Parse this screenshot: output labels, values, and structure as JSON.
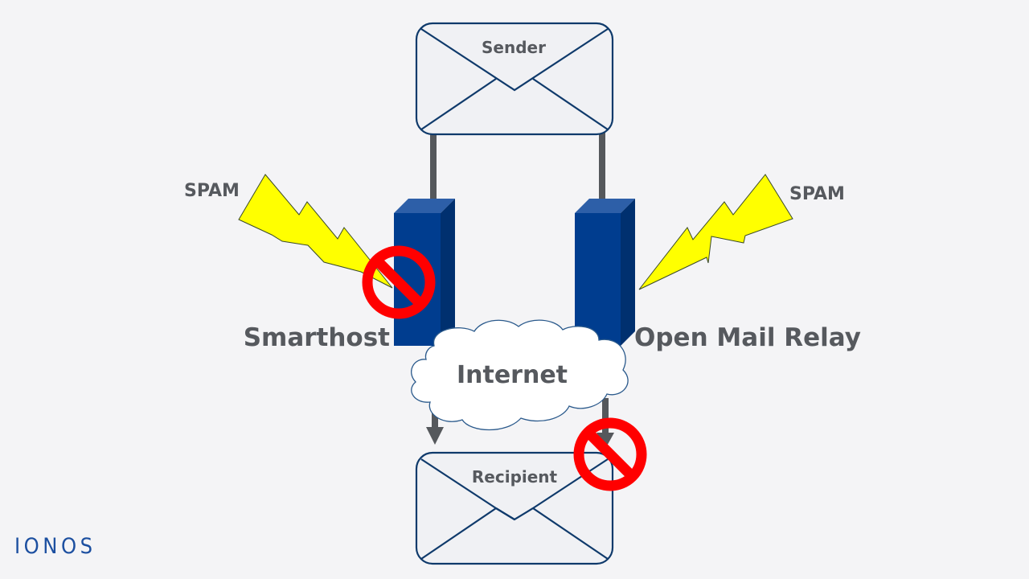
{
  "sender": {
    "label": "Sender"
  },
  "recipient": {
    "label": "Recipient"
  },
  "smarthost": {
    "label": "Smarthost",
    "status": "blocked"
  },
  "open_relay": {
    "label": "Open Mail Relay",
    "status": "passes"
  },
  "internet": {
    "label": "Internet"
  },
  "spam_left": {
    "label": "SPAM"
  },
  "spam_right": {
    "label": "SPAM"
  },
  "brand": {
    "logo": "IONOS"
  },
  "colors": {
    "server": "#003d8f",
    "envelope_stroke": "#0f3a6b",
    "lightning": "#ffff00",
    "prohibit": "#ff0000",
    "connector": "#55585c",
    "brand": "#1c4fa0"
  }
}
